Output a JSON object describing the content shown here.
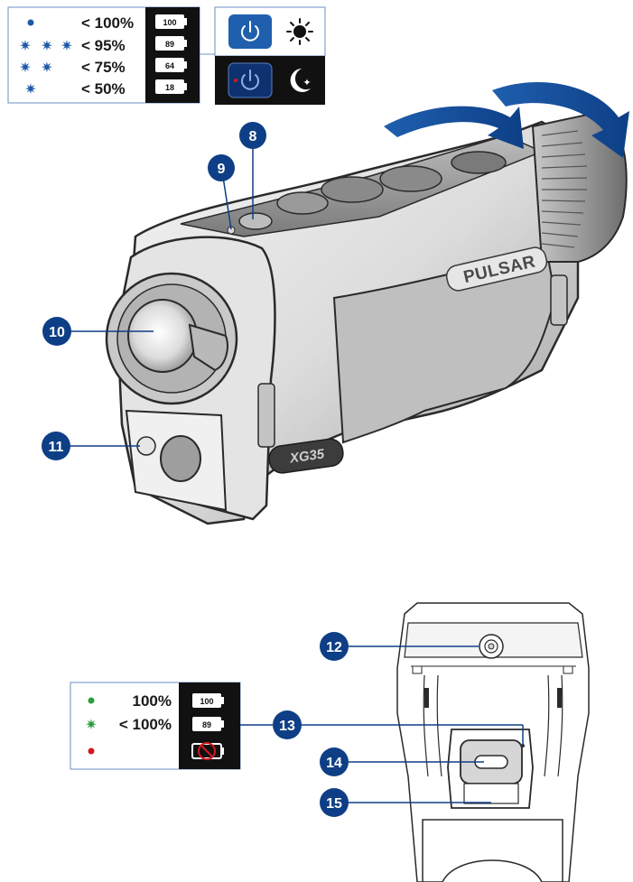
{
  "top_legend": {
    "rows": [
      {
        "indicator": "dot",
        "color": "#1e5aa8",
        "percent": "< 100%",
        "battery": "100"
      },
      {
        "indicator": "blink-3",
        "color": "#1e5aa8",
        "percent": "< 95%",
        "battery": "89"
      },
      {
        "indicator": "blink-2",
        "color": "#1e5aa8",
        "percent": "< 75%",
        "battery": "64"
      },
      {
        "indicator": "blink-1",
        "color": "#1e5aa8",
        "percent": "< 50%",
        "battery": "18"
      }
    ]
  },
  "mode_panel": {
    "day": {
      "icon": "sun-icon",
      "button_icon": "power-icon"
    },
    "night": {
      "icon": "moon-stars-icon",
      "button_icon": "power-icon"
    }
  },
  "device": {
    "brand": "PULSAR",
    "model": "XG35"
  },
  "callouts": [
    {
      "id": "8",
      "label": "8"
    },
    {
      "id": "9",
      "label": "9"
    },
    {
      "id": "10",
      "label": "10"
    },
    {
      "id": "11",
      "label": "11"
    },
    {
      "id": "12",
      "label": "12"
    },
    {
      "id": "13",
      "label": "13"
    },
    {
      "id": "14",
      "label": "14"
    },
    {
      "id": "15",
      "label": "15"
    }
  ],
  "bottom_legend": {
    "rows": [
      {
        "indicator": "dot",
        "color": "#2e9e3e",
        "percent": "100%",
        "battery": "100"
      },
      {
        "indicator": "blink",
        "color": "#2e9e3e",
        "percent": "< 100%",
        "battery": "89"
      },
      {
        "indicator": "dot",
        "color": "#d0181f",
        "percent": "",
        "battery": "no-battery"
      }
    ]
  },
  "colors": {
    "callout_blue": "#0e3f86",
    "arrow_blue": "#17509c",
    "panel_black": "#111111",
    "legend_border": "#6e8fc4"
  }
}
